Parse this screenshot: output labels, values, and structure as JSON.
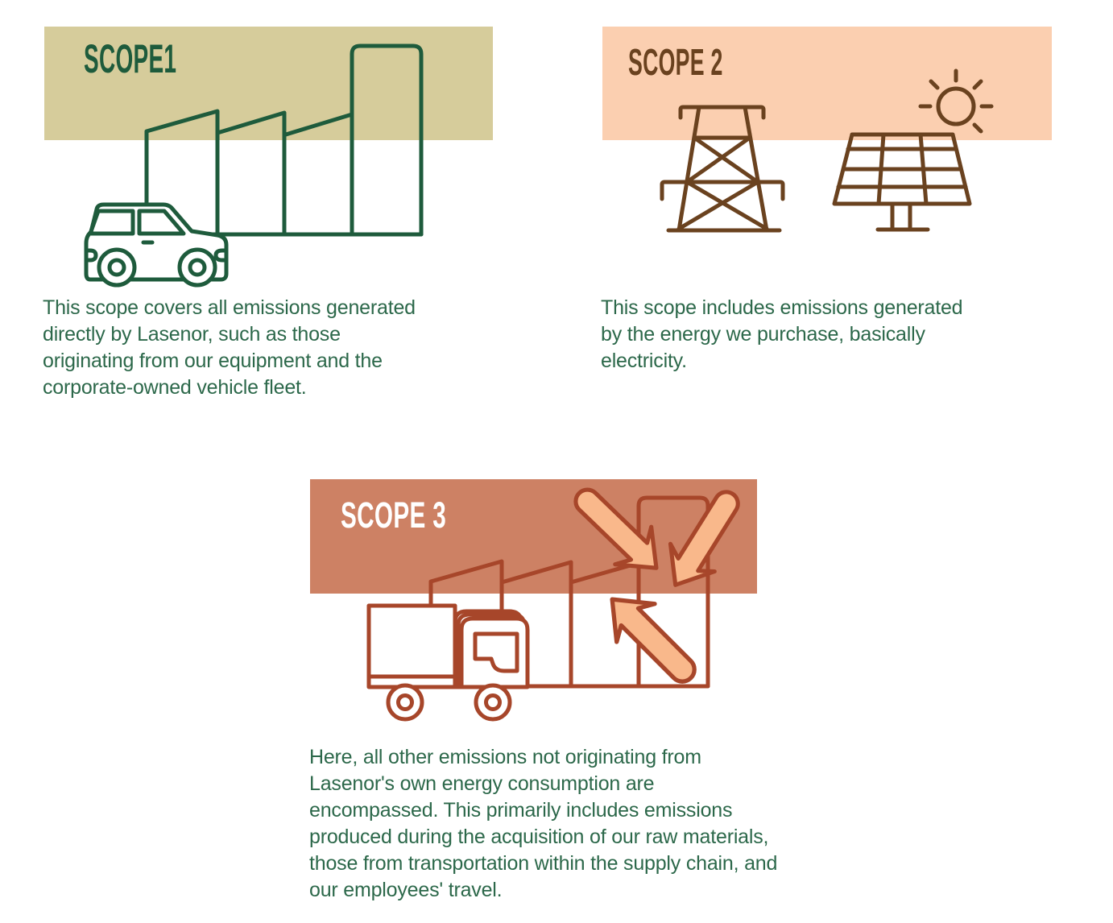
{
  "palette": {
    "scope1_banner": "#d6cc9b",
    "scope1_line": "#1e5b3c",
    "scope2_banner": "#fbcfb0",
    "scope2_line": "#6a421f",
    "scope3_banner": "#cd8164",
    "scope3_line": "#a7462a",
    "scope3_title": "#ffffff",
    "arrow_fill": "#f9b88b",
    "body_text": "#2c684a"
  },
  "sections": {
    "scope1": {
      "title": "SCOPE1",
      "description": "This scope covers all emissions generated\ndirectly by Lasenor, such as those\noriginating from our equipment and the\ncorporate-owned vehicle fleet.",
      "icons": [
        "factory-icon",
        "car-icon"
      ]
    },
    "scope2": {
      "title": "SCOPE 2",
      "description": "This scope includes emissions generated\nby the energy we purchase, basically\nelectricity.",
      "icons": [
        "power-tower-icon",
        "solar-panel-icon",
        "sun-icon"
      ]
    },
    "scope3": {
      "title": "SCOPE 3",
      "description": "Here, all other emissions not originating from\nLasenor's own energy consumption are\nencompassed. This primarily includes emissions\nproduced during the acquisition of our raw materials,\nthose from transportation within the supply chain, and\nour employees' travel.",
      "icons": [
        "truck-icon",
        "factory-icon",
        "arrow-down-right-icon",
        "arrow-down-left-icon",
        "arrow-up-left-icon"
      ]
    }
  }
}
